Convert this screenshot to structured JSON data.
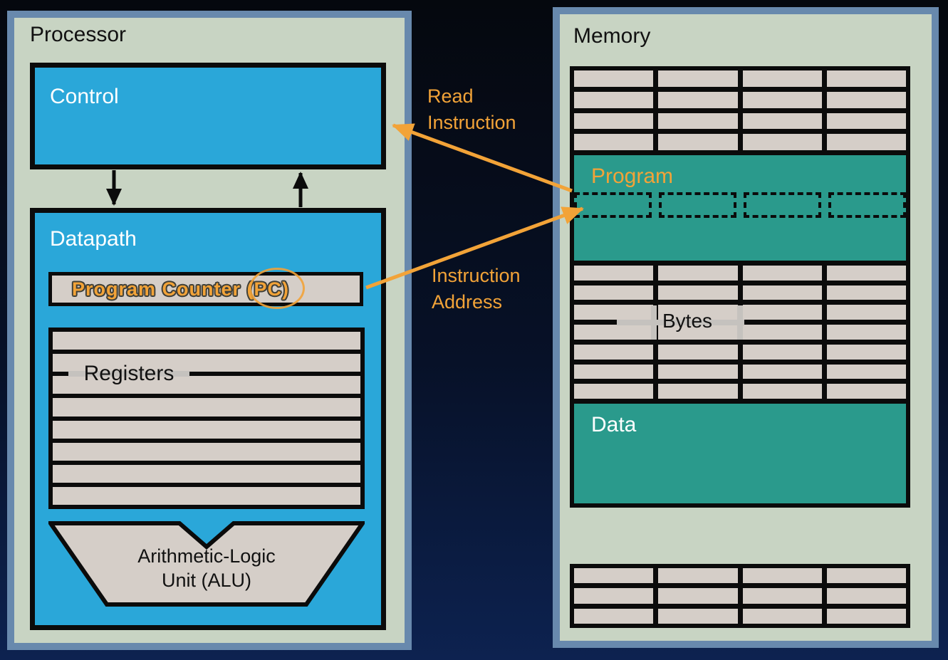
{
  "processor": {
    "title": "Processor",
    "control": {
      "label": "Control"
    },
    "datapath": {
      "label": "Datapath",
      "pc": {
        "label": "Program Counter (PC)"
      },
      "registers": {
        "label": "Registers",
        "rows": "8x1"
      },
      "alu": {
        "line1": "Arithmetic-Logic",
        "line2": "Unit (ALU)"
      }
    }
  },
  "memory": {
    "title": "Memory",
    "top_grid": {
      "dims": "4x4"
    },
    "program": {
      "label": "Program",
      "instruction_slots": "1x4"
    },
    "middle_grid": {
      "dims": "7x4",
      "bytes_label": "Bytes"
    },
    "data": {
      "label": "Data"
    },
    "bottom_grid": {
      "dims": "3x4"
    }
  },
  "annotations": {
    "read_instruction": "Read Instruction",
    "instruction_address": "Instruction Address"
  },
  "colors": {
    "panel_border": "#6889ad",
    "panel_bg": "#c8d4c3",
    "box_blue": "#2aa7d9",
    "box_teal": "#2a9a8c",
    "cell_beige": "#d5cec8",
    "accent_orange": "#f2a338",
    "line_black": "#0b0b0b",
    "background_top": "#05080e",
    "background_bottom": "#0d2250"
  }
}
